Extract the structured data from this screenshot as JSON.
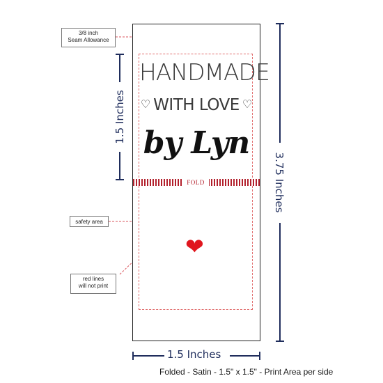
{
  "artwork": {
    "line1": "HANDMADE",
    "line2": "WITH LOVE",
    "line3": "by Lyn",
    "fold_label": "FOLD"
  },
  "annotations": {
    "seam_fraction": "3/8",
    "seam_line1": "inch",
    "seam_line2": "Seam Allowance",
    "safety": "safety area",
    "red_lines_1": "red lines",
    "red_lines_2": "will not print"
  },
  "dimensions": {
    "left": "1.5 Inches",
    "right": "3.75 Inches",
    "bottom": "1.5 Inches"
  },
  "caption": "Folded - Satin - 1.5\" x 1.5\" - Print Area per side",
  "colors": {
    "dimension": "#1f2d5c",
    "fold_stripe": "#b3212d",
    "guide_dash": "#d9535b",
    "heart": "#e0161e"
  },
  "icons": [
    "outline-heart-icon",
    "red-heart-icon"
  ]
}
